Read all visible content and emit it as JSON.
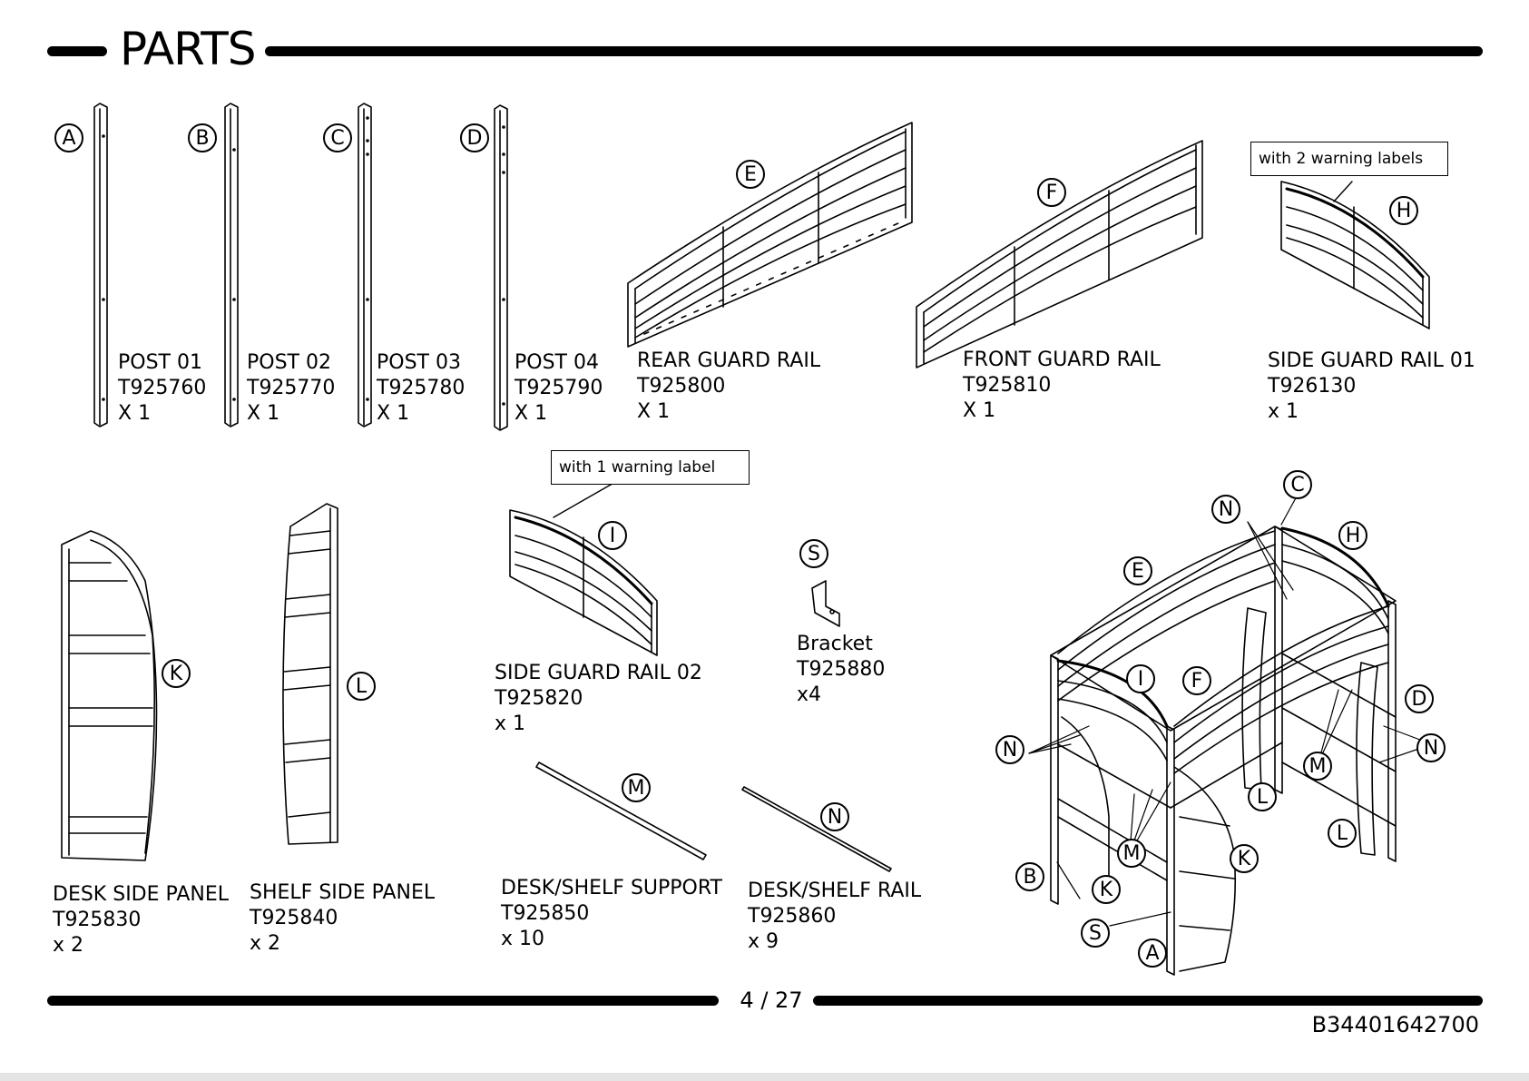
{
  "header": {
    "title": "PARTS"
  },
  "footer": {
    "page": "4 / 27",
    "doc_number": "B34401642700"
  },
  "warnings": {
    "two_labels": "with 2 warning labels",
    "one_label": "with 1 warning label"
  },
  "parts": [
    {
      "letter": "A",
      "name": "POST 01",
      "code": "T925760",
      "qty": "X 1"
    },
    {
      "letter": "B",
      "name": "POST 02",
      "code": "T925770",
      "qty": "X 1"
    },
    {
      "letter": "C",
      "name": "POST 03",
      "code": "T925780",
      "qty": "X 1"
    },
    {
      "letter": "D",
      "name": "POST 04",
      "code": "T925790",
      "qty": "X 1"
    },
    {
      "letter": "E",
      "name": "REAR GUARD RAIL",
      "code": "T925800",
      "qty": "X 1"
    },
    {
      "letter": "F",
      "name": "FRONT GUARD RAIL",
      "code": "T925810",
      "qty": "X 1"
    },
    {
      "letter": "H",
      "name": "SIDE GUARD RAIL 01",
      "code": "T926130",
      "qty": "x 1"
    },
    {
      "letter": "K",
      "name": "DESK SIDE PANEL",
      "code": "T925830",
      "qty": "x 2"
    },
    {
      "letter": "L",
      "name": "SHELF SIDE PANEL",
      "code": "T925840",
      "qty": "x 2"
    },
    {
      "letter": "I",
      "name": "SIDE GUARD RAIL 02",
      "code": "T925820",
      "qty": "x 1"
    },
    {
      "letter": "S",
      "name": "Bracket",
      "code": "T925880",
      "qty": "x4"
    },
    {
      "letter": "M",
      "name": "DESK/SHELF SUPPORT",
      "code": "T925850",
      "qty": "x 10"
    },
    {
      "letter": "N",
      "name": "DESK/SHELF RAIL",
      "code": "T925860",
      "qty": "x 9"
    }
  ],
  "assembly_callouts": [
    "C",
    "N",
    "H",
    "E",
    "I",
    "F",
    "D",
    "N",
    "M",
    "N",
    "L",
    "L",
    "M",
    "K",
    "B",
    "K",
    "S",
    "A"
  ]
}
